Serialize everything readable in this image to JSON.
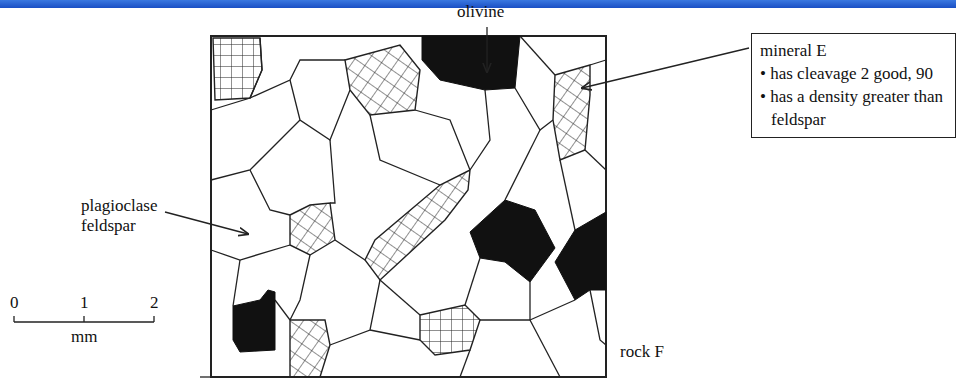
{
  "diagram": {
    "nodes": [
      {
        "text": [
          "mineral E",
          "• has cleavage 2 good, 90",
          "• has a density greater than feldspar"
        ]
      }
    ],
    "labels": [
      "olivine",
      "plagioclase feldspar",
      "0",
      "1",
      "2",
      "mm",
      "rock F"
    ]
  }
}
